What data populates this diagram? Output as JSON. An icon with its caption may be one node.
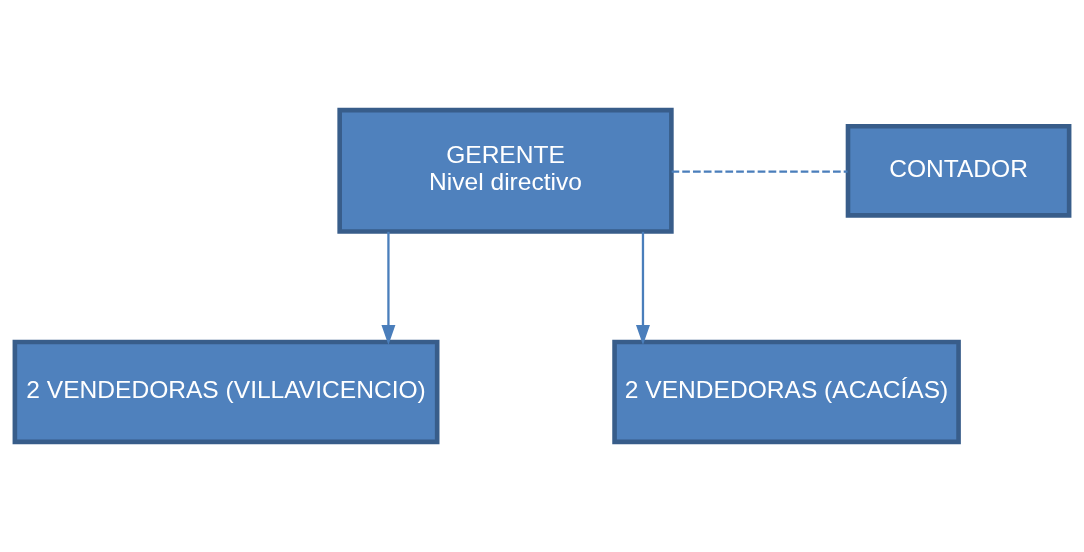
{
  "diagram": {
    "nodes": [
      {
        "text": [
          "GERENTE",
          "Nivel directivo"
        ]
      },
      {
        "text": [
          "CONTADOR"
        ]
      },
      {
        "text": [
          "2 VENDEDORAS (VILLAVICENCIO)"
        ]
      },
      {
        "text": [
          "2 VENDEDORAS (ACACÍAS)"
        ]
      }
    ],
    "edges": [
      {
        "from": 0,
        "to": 1,
        "arrow": "none",
        "style": "dashed"
      },
      {
        "from": 0,
        "to": 2,
        "arrow": "to"
      },
      {
        "from": 0,
        "to": 3,
        "arrow": "to"
      }
    ]
  }
}
